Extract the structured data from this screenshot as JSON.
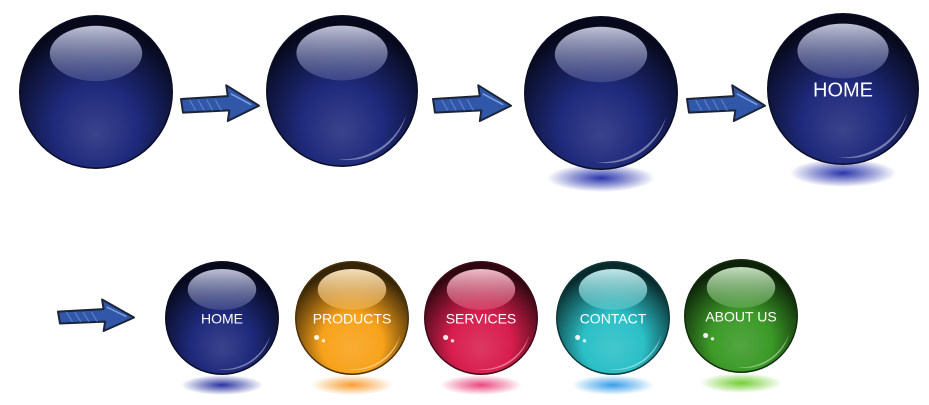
{
  "colors": {
    "background": "#ffffff",
    "navy": "#1f2a7c",
    "navy_dark": "#050a30",
    "orange": "#f7a21b",
    "crimson": "#d81e4e",
    "teal": "#2bbfc6",
    "green": "#3c9a28",
    "arrow_fill": "#3158a8",
    "arrow_outline": "#1b2438"
  },
  "steps": [
    {
      "id": "step-1",
      "stage": "base sphere",
      "color": "#1f2a7c",
      "has_reflection": false,
      "has_shadow": false,
      "label": ""
    },
    {
      "id": "step-2",
      "stage": "add rim reflection",
      "color": "#1f2a7c",
      "has_reflection": true,
      "has_shadow": false,
      "label": ""
    },
    {
      "id": "step-3",
      "stage": "add drop shadow",
      "color": "#1f2a7c",
      "has_reflection": true,
      "has_shadow": true,
      "label": ""
    },
    {
      "id": "step-4",
      "stage": "add label",
      "color": "#1f2a7c",
      "has_reflection": true,
      "has_shadow": true,
      "label": "HOME"
    }
  ],
  "nav": {
    "buttons": [
      {
        "name": "home",
        "label": "HOME",
        "color": "#1f2a7c",
        "shadow": "#1f2a9c"
      },
      {
        "name": "products",
        "label": "PRODUCTS",
        "color": "#f7a21b",
        "shadow": "#f79a2a"
      },
      {
        "name": "services",
        "label": "SERVICES",
        "color": "#d81e4e",
        "shadow": "#e8407a"
      },
      {
        "name": "contact",
        "label": "CONTACT",
        "color": "#2bbfc6",
        "shadow": "#2f9ae8"
      },
      {
        "name": "about-us",
        "label": "ABOUT US",
        "color": "#3c9a28",
        "shadow": "#6ccc2a"
      }
    ]
  },
  "arrow_icon": "right-arrow-icon"
}
